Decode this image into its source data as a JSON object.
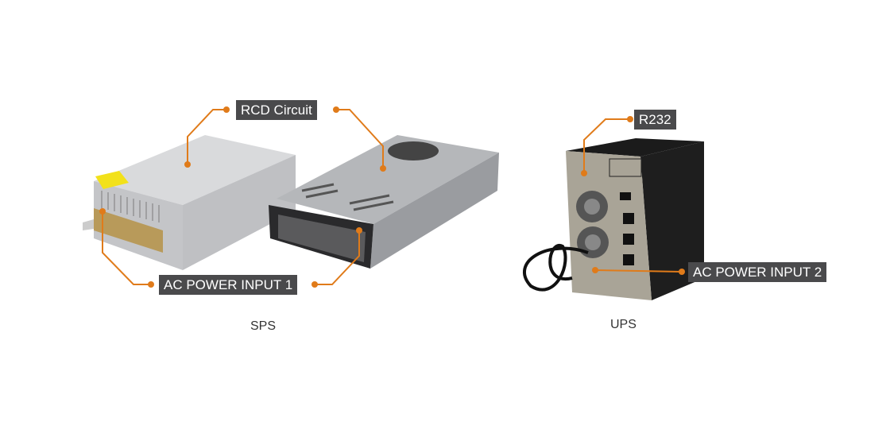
{
  "labels": {
    "rcd": "RCD Circuit",
    "ac1": "AC POWER INPUT 1",
    "r232": "R232",
    "ac2": "AC POWER INPUT 2"
  },
  "captions": {
    "sps": "SPS",
    "ups": "UPS"
  },
  "colors": {
    "accent": "#e07b1a",
    "tag_bg": "#4a4a4c"
  }
}
